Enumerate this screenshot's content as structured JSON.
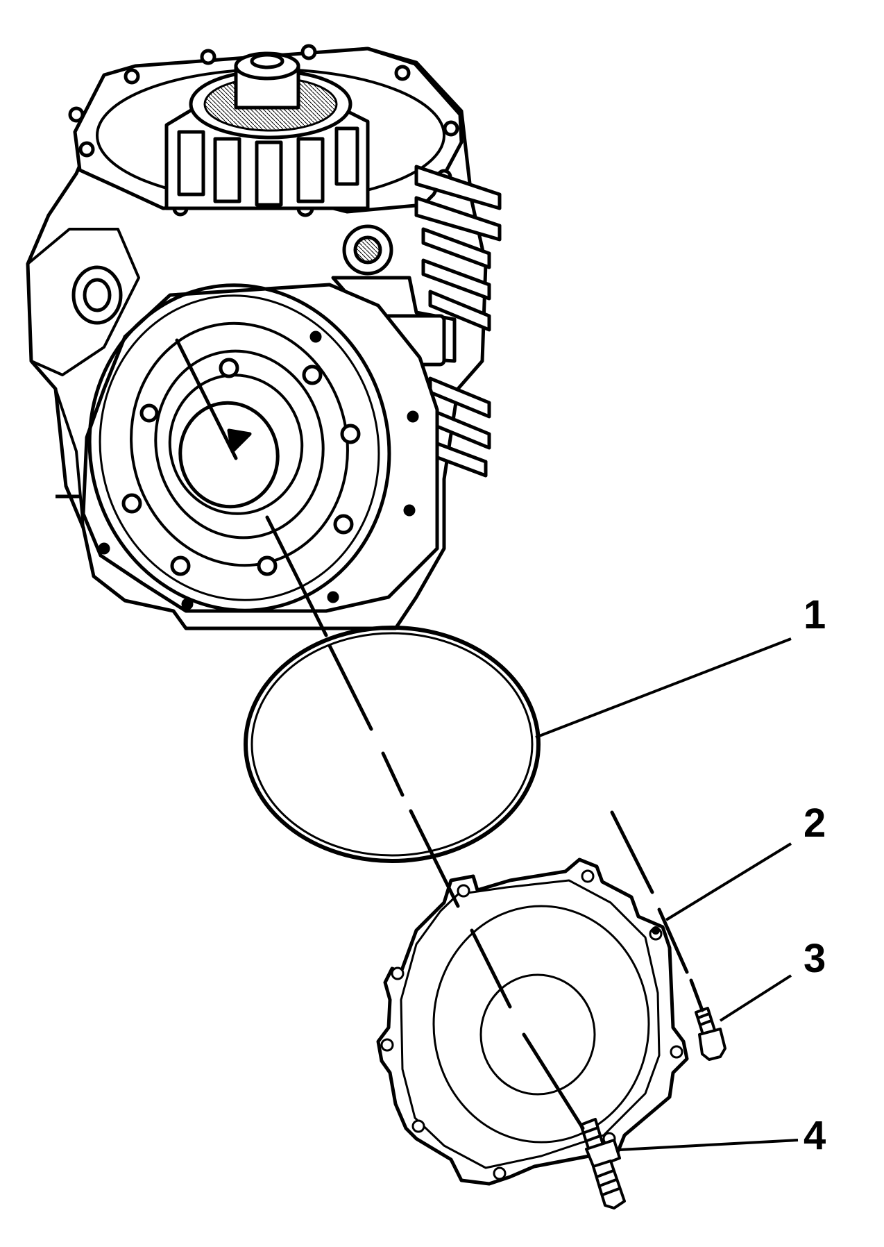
{
  "diagram": {
    "callouts": [
      {
        "label": "1",
        "part": "o-ring-seal"
      },
      {
        "label": "2",
        "part": "cover-plate"
      },
      {
        "label": "3",
        "part": "short-bolt"
      },
      {
        "label": "4",
        "part": "long-bolt"
      }
    ],
    "colors": {
      "line": "#000000",
      "background": "#ffffff"
    }
  }
}
